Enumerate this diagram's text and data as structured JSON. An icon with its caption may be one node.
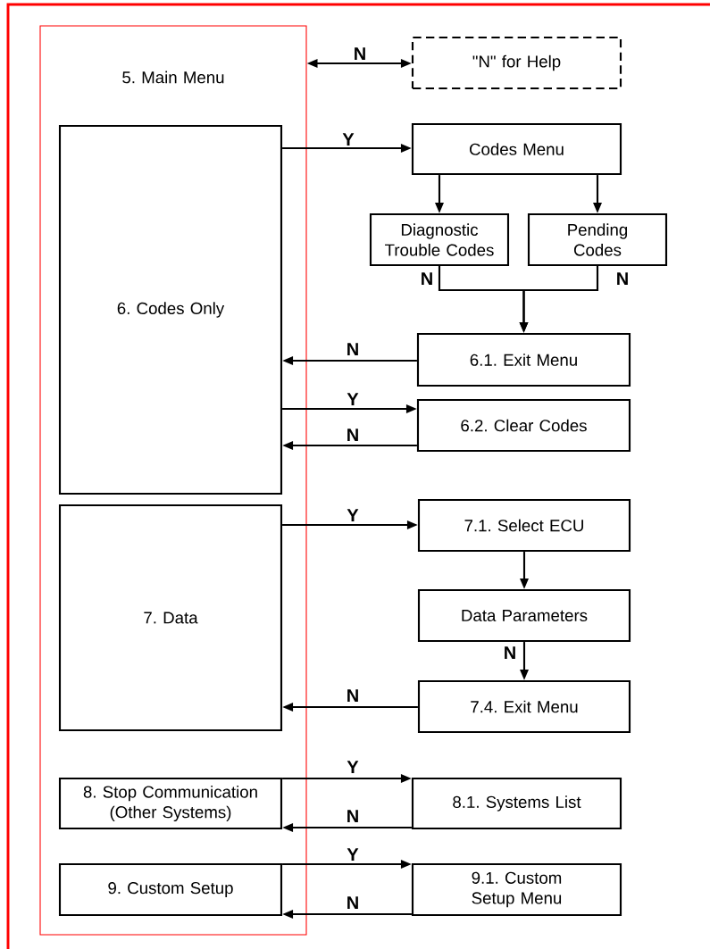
{
  "diagram": {
    "nodes": [
      {
        "text": [
          "5. Main Menu"
        ]
      },
      {
        "text": [
          "\"N\" for Help"
        ]
      },
      {
        "text": [
          "6. Codes Only"
        ],
        "in": 0
      },
      {
        "text": [
          "Codes Menu"
        ]
      },
      {
        "text": [
          "Diagnostic Trouble Codes"
        ]
      },
      {
        "text": [
          "Pending Codes"
        ]
      },
      {
        "text": [
          "6.1. Exit Menu"
        ]
      },
      {
        "text": [
          "6.2. Clear Codes"
        ]
      },
      {
        "text": [
          "7. Data"
        ],
        "in": 0
      },
      {
        "text": [
          "7.1. Select ECU"
        ]
      },
      {
        "text": [
          "Data Parameters"
        ]
      },
      {
        "text": [
          "7.4. Exit Menu"
        ]
      },
      {
        "text": [
          "8. Stop Communication (Other Systems)"
        ],
        "in": 0
      },
      {
        "text": [
          "8.1. Systems List"
        ]
      },
      {
        "text": [
          "9. Custom Setup"
        ],
        "in": 0
      },
      {
        "text": [
          "9.1. Custom Setup Menu"
        ]
      }
    ],
    "edges": [
      {
        "from": 0,
        "to": 1,
        "arrow": "both",
        "label": "N"
      },
      {
        "from": 2,
        "to": 3,
        "arrow": "to",
        "label": "Y"
      },
      {
        "from": 3,
        "to": 4,
        "arrow": "to"
      },
      {
        "from": 3,
        "to": 5,
        "arrow": "to"
      },
      {
        "from": 4,
        "to": 6,
        "arrow": "to",
        "label": "N"
      },
      {
        "from": 5,
        "to": 6,
        "arrow": "to",
        "label": "N"
      },
      {
        "from": 6,
        "to": 2,
        "arrow": "to",
        "label": "N"
      },
      {
        "from": 2,
        "to": 7,
        "arrow": "to",
        "label": "Y"
      },
      {
        "from": 7,
        "to": 2,
        "arrow": "to",
        "label": "N"
      },
      {
        "from": 8,
        "to": 9,
        "arrow": "to",
        "label": "Y"
      },
      {
        "from": 9,
        "to": 10,
        "arrow": "to"
      },
      {
        "from": 10,
        "to": 11,
        "arrow": "to",
        "label": "N"
      },
      {
        "from": 11,
        "to": 8,
        "arrow": "to",
        "label": "N"
      },
      {
        "from": 12,
        "to": 13,
        "arrow": "to",
        "label": "Y"
      },
      {
        "from": 13,
        "to": 12,
        "arrow": "to",
        "label": "N"
      },
      {
        "from": 14,
        "to": 15,
        "arrow": "to",
        "label": "Y"
      },
      {
        "from": 15,
        "to": 14,
        "arrow": "to",
        "label": "N"
      }
    ]
  }
}
